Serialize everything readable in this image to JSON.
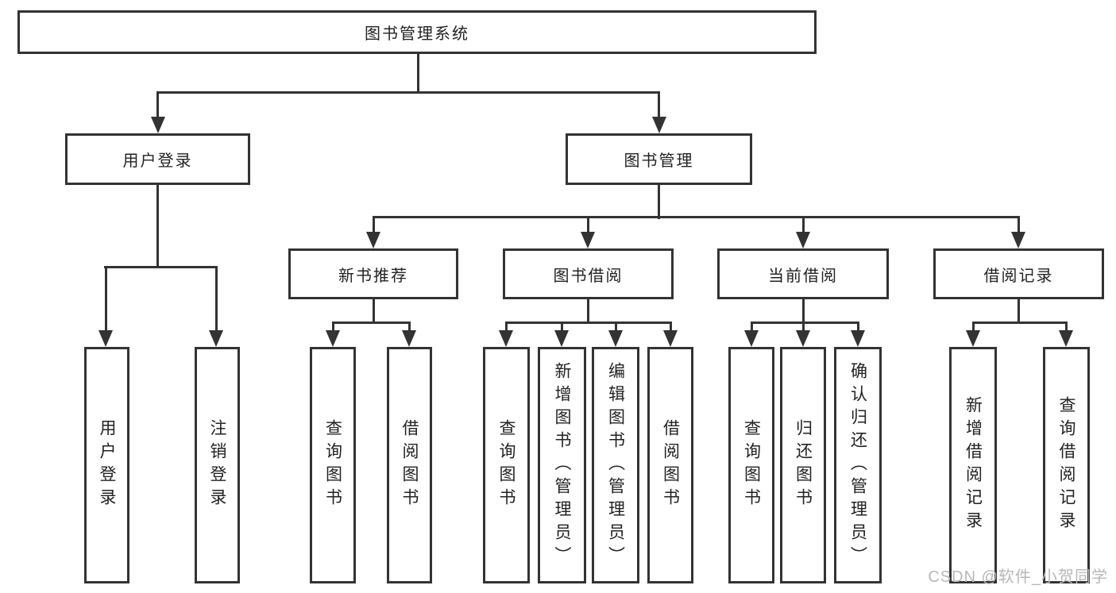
{
  "diagram_type": "hierarchy-tree",
  "tree": {
    "label": "图书管理系统",
    "children": [
      {
        "label": "用户登录",
        "children": [
          {
            "label": "用户登录"
          },
          {
            "label": "注销登录"
          }
        ]
      },
      {
        "label": "图书管理",
        "children": [
          {
            "label": "新书推荐",
            "children": [
              {
                "label": "查询图书"
              },
              {
                "label": "借阅图书"
              }
            ]
          },
          {
            "label": "图书借阅",
            "children": [
              {
                "label": "查询图书"
              },
              {
                "label": "新增图书（管理员）"
              },
              {
                "label": "编辑图书（管理员）"
              },
              {
                "label": "借阅图书"
              }
            ]
          },
          {
            "label": "当前借阅",
            "children": [
              {
                "label": "查询图书"
              },
              {
                "label": "归还图书"
              },
              {
                "label": "确认归还（管理员）"
              }
            ]
          },
          {
            "label": "借阅记录",
            "children": [
              {
                "label": "新增借阅记录"
              },
              {
                "label": "查询借阅记录"
              }
            ]
          }
        ]
      }
    ]
  },
  "watermark": {
    "text": "CSDN @软件_小贺同学"
  },
  "colors": {
    "line": "#333333",
    "text": "#222222",
    "background": "#ffffff",
    "watermark": "#b8b8b8"
  }
}
